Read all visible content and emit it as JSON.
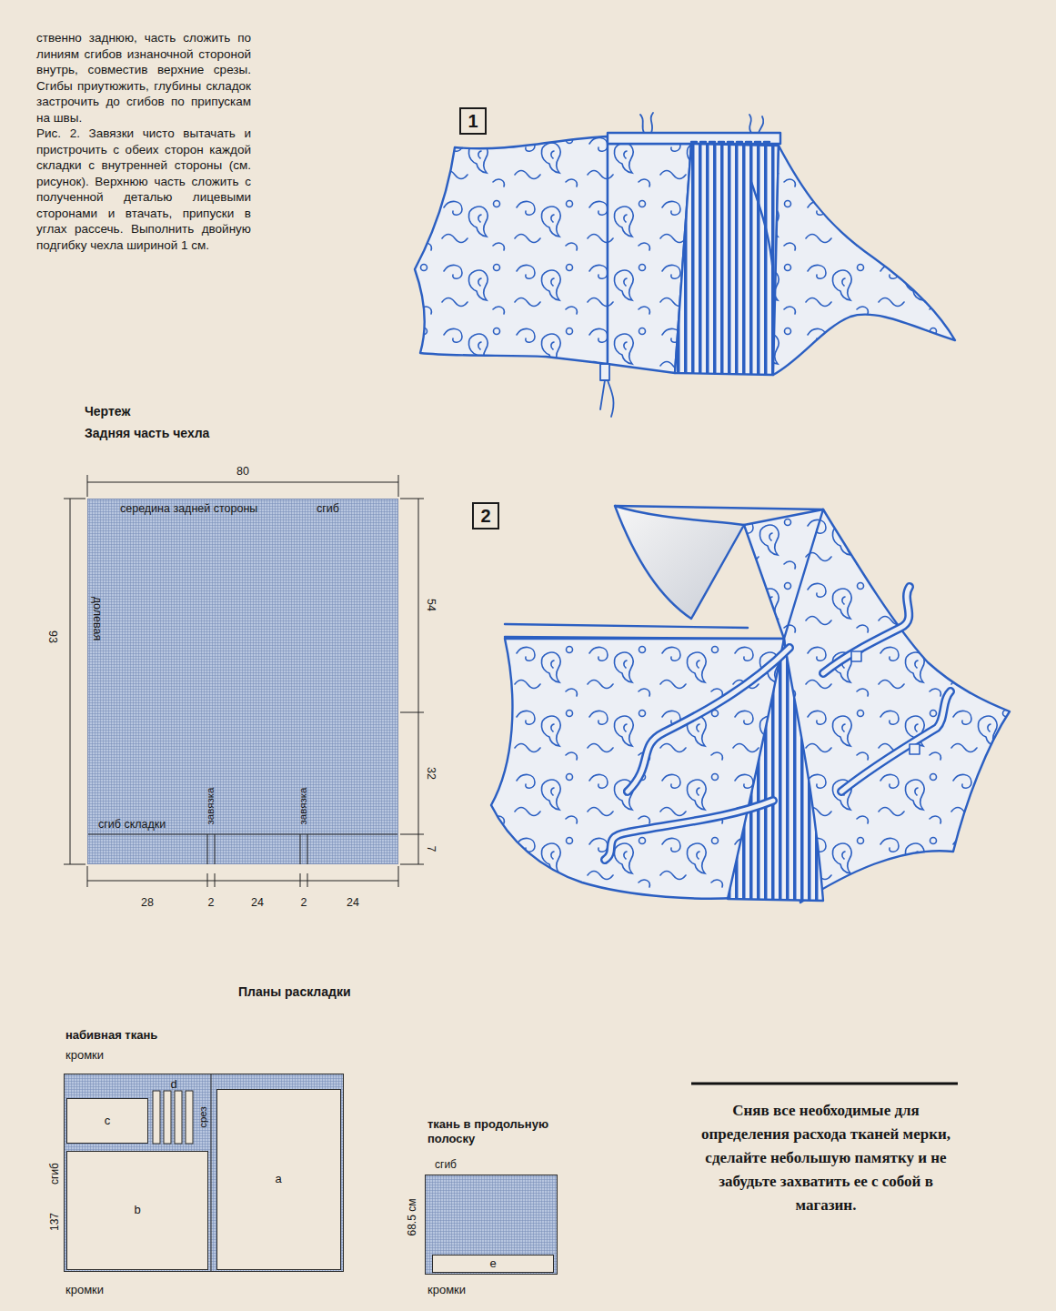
{
  "diagram": {
    "nodes": [
      {
        "text": [
          "1"
        ]
      },
      {
        "text": [
          "2"
        ]
      },
      {
        "text": [
          "Чертеж",
          "Задняя часть чехла",
          "середина задней стороны",
          "сгиб",
          "долевая",
          "сгиб складки",
          "завязка",
          "завязка"
        ]
      },
      {
        "text": [
          "набивная ткань",
          "кромки",
          "срез",
          "сгиб",
          "137",
          "кромки"
        ]
      },
      {
        "text": [
          "c"
        ],
        "in": 3
      },
      {
        "text": [
          "d"
        ],
        "in": 3
      },
      {
        "text": [
          "b"
        ],
        "in": 3
      },
      {
        "text": [
          "a"
        ],
        "in": 3
      },
      {
        "text": [
          "ткань в продольную полоску",
          "сгиб",
          "68.5 см",
          "кромки"
        ]
      },
      {
        "text": [
          "e"
        ],
        "in": 8
      }
    ],
    "labels": [
      "ственно заднюю, часть сложить по линиям сгибов изнаночной стороной внутрь, совместив верхние срезы. Сгибы приутюжить, глубины складок застрочить до сгибов по припускам на швы.",
      "Рис. 2. Завязки чисто вытачать и пристрочить с обеих сторон каждой складки с внутренней стороны (см. рисунок). Верхнюю часть сложить с полученной деталью лицевыми сторонами и втачать, припуски в углах рассечь. Выполнить двойную подгибку чехла шириной 1 см.",
      "80",
      "93",
      "54",
      "32",
      "7",
      "28",
      "2",
      "24",
      "2",
      "24",
      "Планы раскладки",
      "Сняв все необходимые для определения расхода тканей мерки, сделайте небольшую памятку и не забудьте захватить ее с собой в магазин."
    ]
  }
}
